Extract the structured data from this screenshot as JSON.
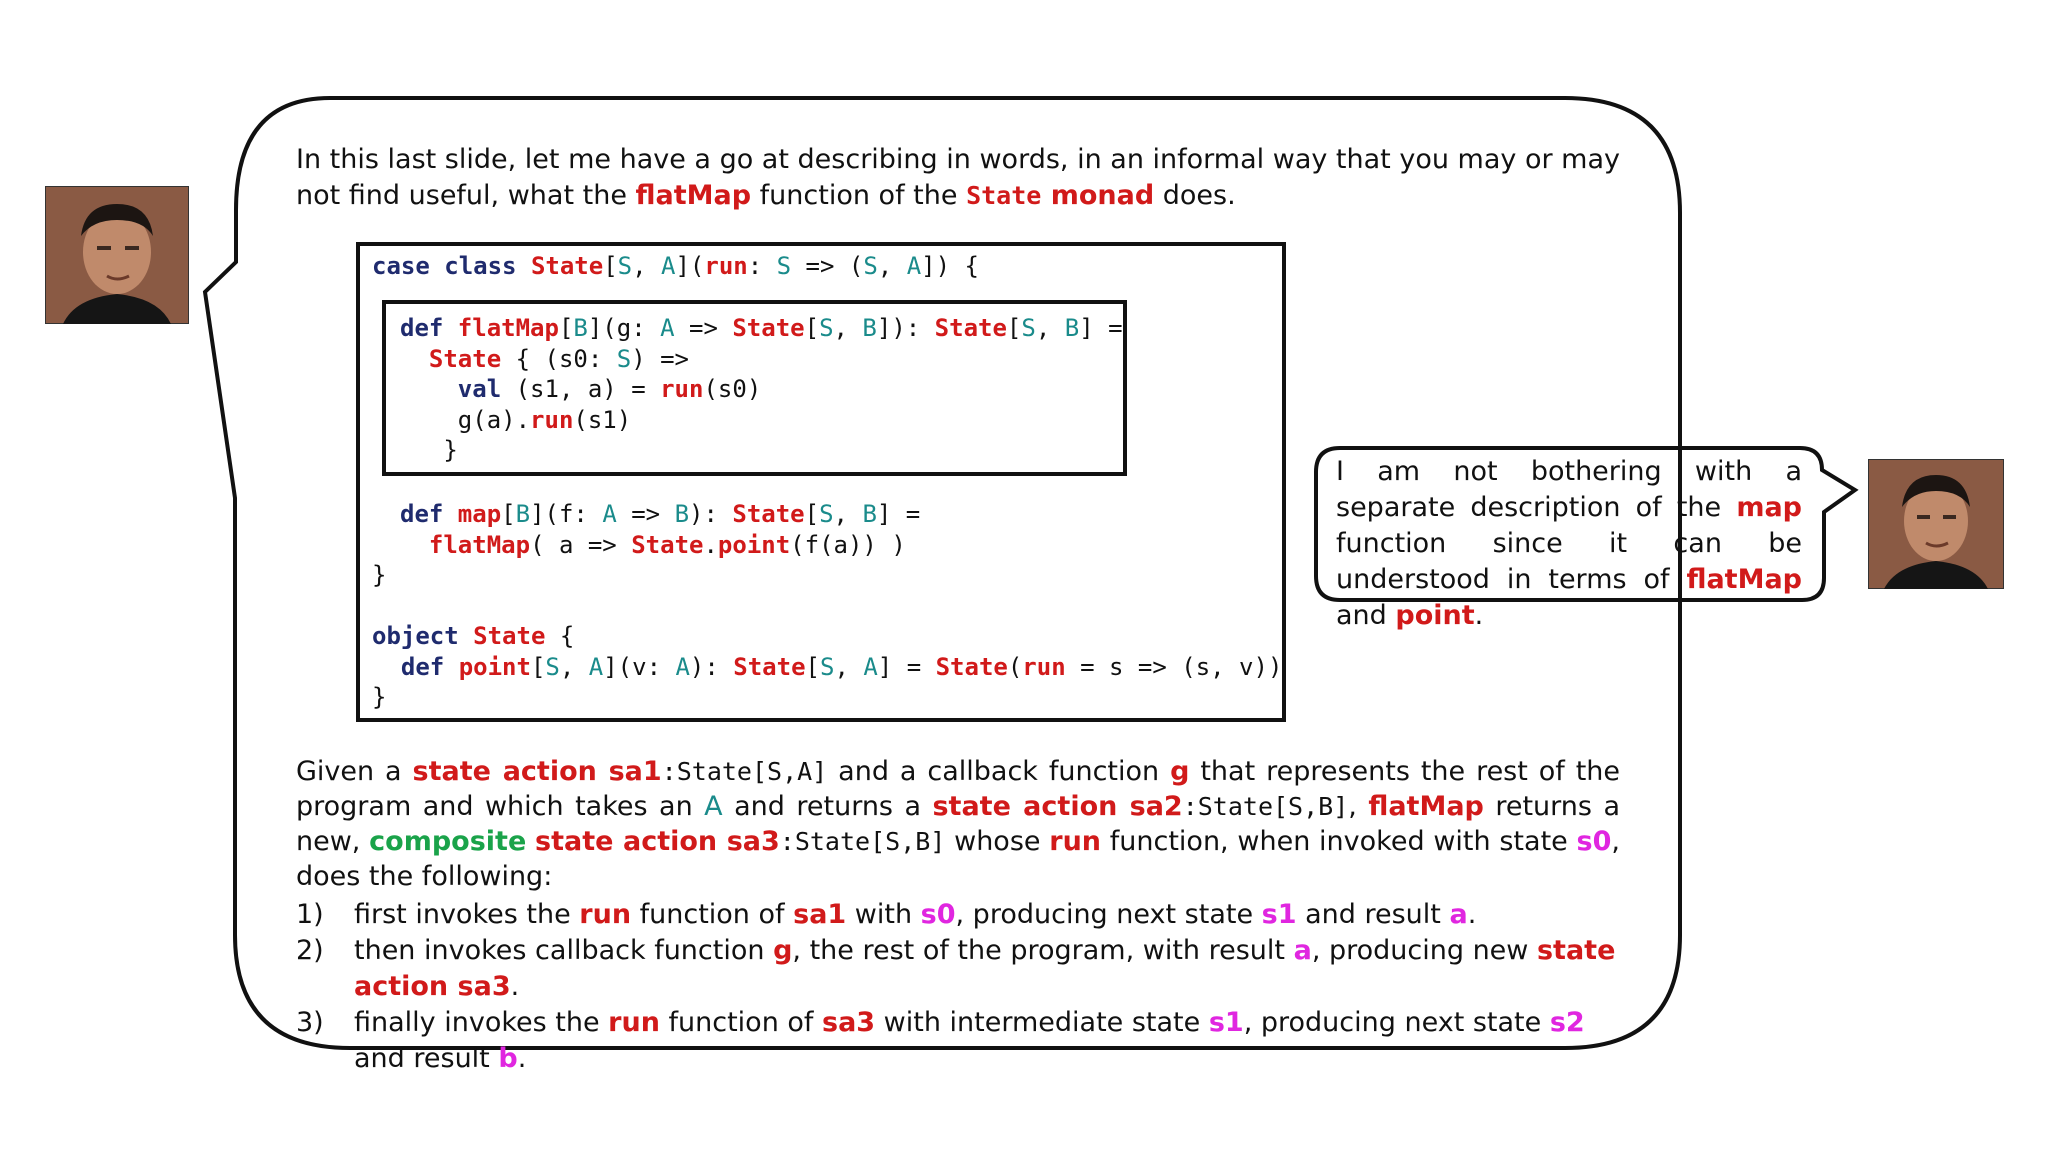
{
  "intro": {
    "t1": "In this last slide, let me have a go at describing in words, in an informal way that you may or may not find useful, what the ",
    "flatmap": "flatMap",
    "t2": " function of the ",
    "state_code": "State",
    "monad": " monad",
    "t3": " does."
  },
  "side_note": {
    "t1": "I am not bothering with a separate description of the ",
    "map": "map",
    "t2": " function since it can be understood in terms of ",
    "flatmap": "flatMap",
    "t3": " and ",
    "point": "point",
    "t4": "."
  },
  "para": {
    "given": "Given a ",
    "state_action_sa1": "state action sa1",
    "sa1_type": ":State[S,A]",
    "and_cb": " and a callback function ",
    "g": "g",
    "rest": " that represents the rest of the program and which takes an ",
    "A": "A",
    "returns": " and returns a ",
    "state_action_sa2": "state action sa2",
    "sa2_type": ":State[S,B]",
    "comma": ", ",
    "flatmap": "flatMap",
    "returns_new": " returns a new, ",
    "composite": "composite",
    "space": " ",
    "state_action_sa3": "state action sa3",
    "sa3_type": ":State[S,B]",
    "whose": " whose ",
    "run": "run",
    "when": " function, when invoked with state ",
    "s0": "s0",
    "does": ", does the following:"
  },
  "steps": [
    {
      "num": "1)",
      "p1": "first invokes the ",
      "run": "run",
      "p2": " function of ",
      "sa1": "sa1",
      "p3": " with ",
      "s0": "s0",
      "p4": ", producing next state ",
      "s1": "s1",
      "p5": " and result ",
      "a": "a",
      "p6": "."
    },
    {
      "num": "2)",
      "p1": "then invokes callback function ",
      "g": "g",
      "p2": ", the rest of the program, with result ",
      "a": "a",
      "p3": ", producing new ",
      "sa3": "state action sa3",
      "p4": "."
    },
    {
      "num": "3)",
      "p1": "finally invokes the ",
      "run": "run",
      "p2": " function of ",
      "sa3": "sa3",
      "p3": " with intermediate state ",
      "s1": "s1",
      "p4": ", producing next state ",
      "s2": "s2",
      "p5": " and result ",
      "b": "b",
      "p6": "."
    }
  ],
  "code": {
    "l1": [
      [
        "kw",
        "case class "
      ],
      [
        "fn",
        "State"
      ],
      [
        "",
        "["
      ],
      [
        "ty",
        "S"
      ],
      [
        "",
        ", "
      ],
      [
        "ty",
        "A"
      ],
      [
        "",
        "]("
      ],
      [
        "fn",
        "run"
      ],
      [
        "",
        ": "
      ],
      [
        "ty",
        "S"
      ],
      [
        "",
        " => ("
      ],
      [
        "ty",
        "S"
      ],
      [
        "",
        ", "
      ],
      [
        "ty",
        "A"
      ],
      [
        "",
        "]) {"
      ]
    ],
    "inner": [
      [
        [
          "kw",
          "def "
        ],
        [
          "fn",
          "flatMap"
        ],
        [
          "",
          "["
        ],
        [
          "ty",
          "B"
        ],
        [
          "",
          "](g: "
        ],
        [
          "ty",
          "A"
        ],
        [
          "",
          " => "
        ],
        [
          "fn",
          "State"
        ],
        [
          "",
          "["
        ],
        [
          "ty",
          "S"
        ],
        [
          "",
          ", "
        ],
        [
          "ty",
          "B"
        ],
        [
          "",
          "]): "
        ],
        [
          "fn",
          "State"
        ],
        [
          "",
          "["
        ],
        [
          "ty",
          "S"
        ],
        [
          "",
          ", "
        ],
        [
          "ty",
          "B"
        ],
        [
          "",
          "] ="
        ]
      ],
      [
        [
          "",
          "  "
        ],
        [
          "fn",
          "State"
        ],
        [
          "",
          " { (s0: "
        ],
        [
          "ty",
          "S"
        ],
        [
          "",
          ") =>"
        ]
      ],
      [
        [
          "",
          "    "
        ],
        [
          "kw",
          "val"
        ],
        [
          "",
          " (s1, a) = "
        ],
        [
          "fn",
          "run"
        ],
        [
          "",
          "(s0)"
        ]
      ],
      [
        [
          "",
          "    g(a)."
        ],
        [
          "fn",
          "run"
        ],
        [
          "",
          "(s1)"
        ]
      ],
      [
        [
          "",
          "   }"
        ]
      ]
    ],
    "map_lines": [
      [
        [
          "kw",
          "def "
        ],
        [
          "fn",
          "map"
        ],
        [
          "",
          "["
        ],
        [
          "ty",
          "B"
        ],
        [
          "",
          "](f: "
        ],
        [
          "ty",
          "A"
        ],
        [
          "",
          " => "
        ],
        [
          "ty",
          "B"
        ],
        [
          "",
          "): "
        ],
        [
          "fn",
          "State"
        ],
        [
          "",
          "["
        ],
        [
          "ty",
          "S"
        ],
        [
          "",
          ", "
        ],
        [
          "ty",
          "B"
        ],
        [
          "",
          "] ="
        ]
      ],
      [
        [
          "",
          "  "
        ],
        [
          "fn",
          "flatMap"
        ],
        [
          "",
          "( a => "
        ],
        [
          "fn",
          "State"
        ],
        [
          "",
          "."
        ],
        [
          "fn",
          "point"
        ],
        [
          "",
          "(f(a)) )"
        ]
      ]
    ],
    "close1": "}",
    "obj_lines": [
      [
        [
          "kw",
          "object "
        ],
        [
          "fn",
          "State"
        ],
        [
          "",
          " {"
        ]
      ],
      [
        [
          "",
          "  "
        ],
        [
          "kw",
          "def "
        ],
        [
          "fn",
          "point"
        ],
        [
          "",
          "["
        ],
        [
          "ty",
          "S"
        ],
        [
          "",
          ", "
        ],
        [
          "ty",
          "A"
        ],
        [
          "",
          "](v: "
        ],
        [
          "ty",
          "A"
        ],
        [
          "",
          "): "
        ],
        [
          "fn",
          "State"
        ],
        [
          "",
          "["
        ],
        [
          "ty",
          "S"
        ],
        [
          "",
          ", "
        ],
        [
          "ty",
          "A"
        ],
        [
          "",
          "] = "
        ],
        [
          "fn",
          "State"
        ],
        [
          "",
          "("
        ],
        [
          "fn",
          "run"
        ],
        [
          "",
          " = s => (s, v))"
        ]
      ],
      [
        [
          "",
          "}"
        ]
      ]
    ]
  }
}
